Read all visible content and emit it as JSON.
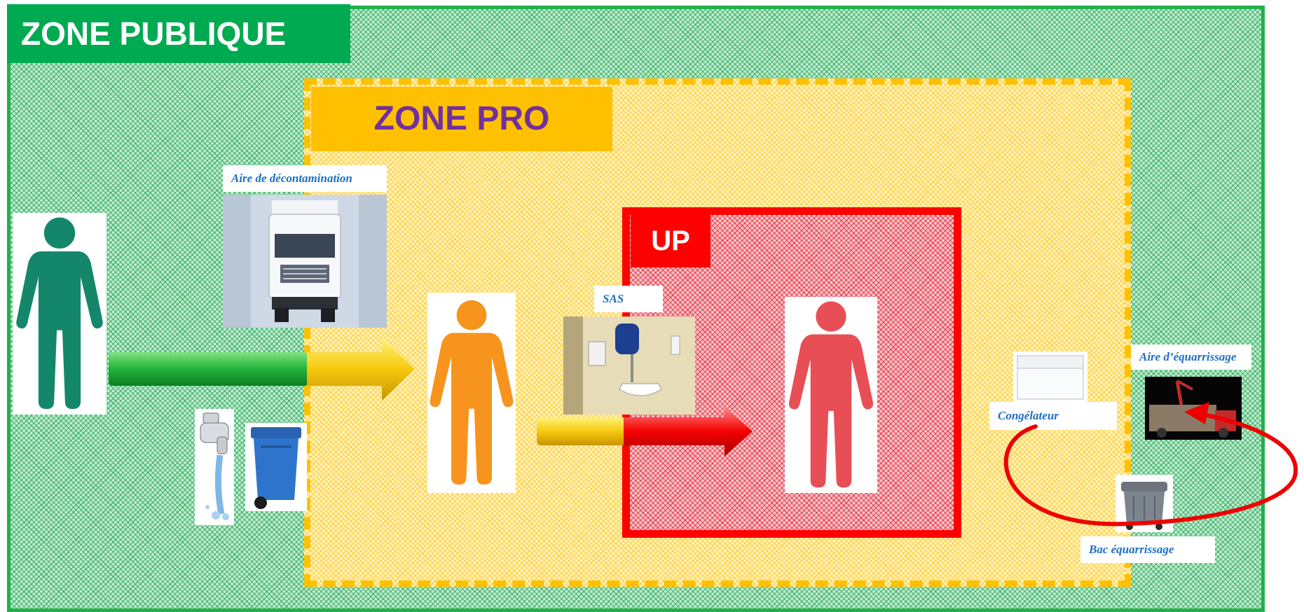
{
  "zones": {
    "public_label": "ZONE PUBLIQUE",
    "pro_label": "ZONE PRO",
    "up_label": "UP"
  },
  "labels": {
    "decontamination": "Aire de décontamination",
    "sas": "SAS",
    "congelateur": "Congélateur",
    "equarrissage_area": "Aire d’équarrissage",
    "equarrissage_bin": "Bac équarrissage"
  },
  "icons": [
    "person-green-icon",
    "person-orange-icon",
    "person-red-icon",
    "truck-icon",
    "sink-icon",
    "water-tap-icon",
    "wheelie-bin-icon",
    "freezer-icon",
    "crane-truck-icon",
    "waste-bin-icon"
  ],
  "colors": {
    "public": "#21b04b",
    "pro": "#ffc000",
    "pro_text": "#7030a0",
    "up": "#ff0000",
    "person_public": "#14876b",
    "person_pro": "#f7941d",
    "person_up": "#e84e55",
    "label_text": "#1f6fc0"
  }
}
